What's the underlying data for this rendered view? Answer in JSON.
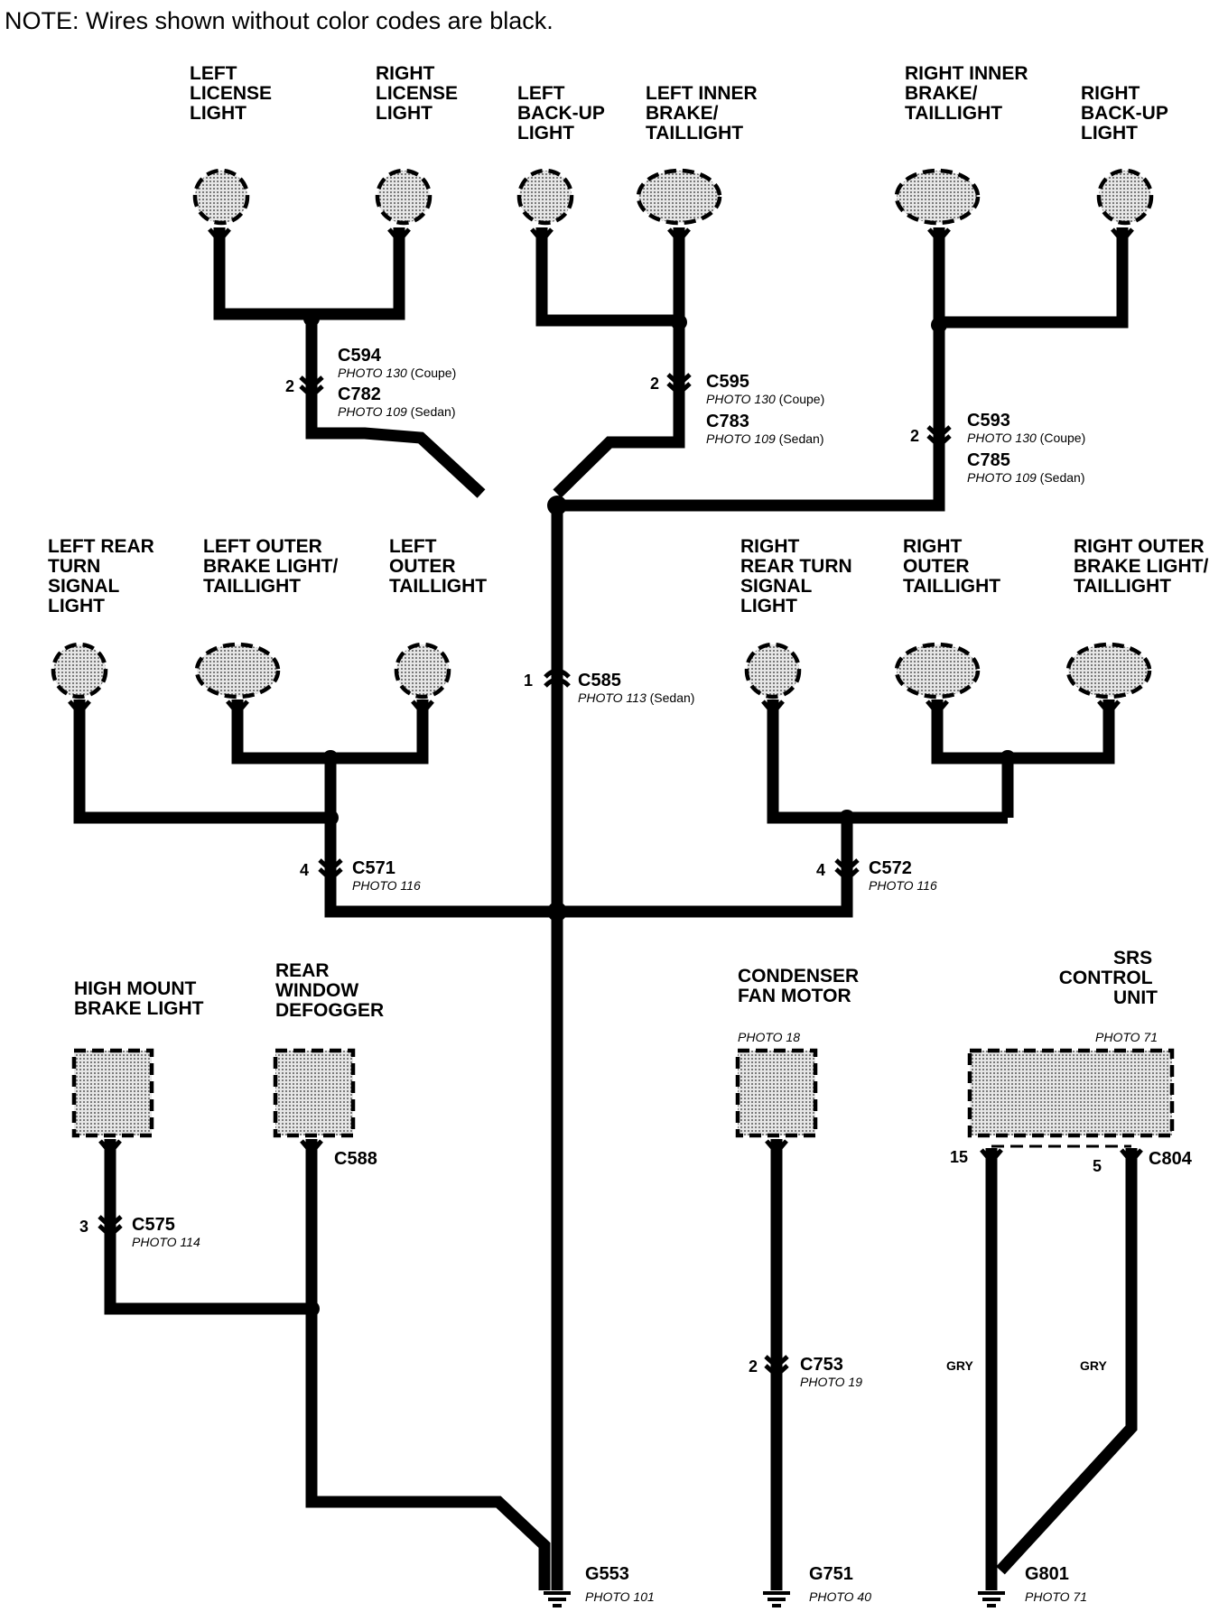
{
  "note": "NOTE: Wires shown without color codes are black.",
  "components": {
    "left_license_light": [
      "LEFT",
      "LICENSE",
      "LIGHT"
    ],
    "right_license_light": [
      "RIGHT",
      "LICENSE",
      "LIGHT"
    ],
    "left_backup_light": [
      "LEFT",
      "BACK-UP",
      "LIGHT"
    ],
    "left_inner_brake": [
      "LEFT INNER",
      "BRAKE/",
      "TAILLIGHT"
    ],
    "right_inner_brake": [
      "RIGHT INNER",
      "BRAKE/",
      "TAILLIGHT"
    ],
    "right_backup_light": [
      "RIGHT",
      "BACK-UP",
      "LIGHT"
    ],
    "left_rear_turn": [
      "LEFT REAR",
      "TURN",
      "SIGNAL",
      "LIGHT"
    ],
    "left_outer_brake": [
      "LEFT OUTER",
      "BRAKE LIGHT/",
      "TAILLIGHT"
    ],
    "left_outer_taillight": [
      "LEFT",
      "OUTER",
      "TAILLIGHT"
    ],
    "right_rear_turn": [
      "RIGHT",
      "REAR TURN",
      "SIGNAL",
      "LIGHT"
    ],
    "right_outer_taillight": [
      "RIGHT",
      "OUTER",
      "TAILLIGHT"
    ],
    "right_outer_brake": [
      "RIGHT OUTER",
      "BRAKE LIGHT/",
      "TAILLIGHT"
    ],
    "high_mount_brake": [
      "HIGH MOUNT",
      "BRAKE LIGHT"
    ],
    "rear_window_defogger": [
      "REAR",
      "WINDOW",
      "DEFOGGER"
    ],
    "condenser_fan_motor": [
      "CONDENSER",
      "FAN MOTOR"
    ],
    "condenser_photo": "PHOTO 18",
    "srs_control_unit": [
      "SRS",
      "CONTROL",
      "UNIT"
    ],
    "srs_photo": "PHOTO 71"
  },
  "connectors": {
    "c594": {
      "id": "C594",
      "photo": "PHOTO 130",
      "variant": "(Coupe)",
      "pin": "2"
    },
    "c782": {
      "id": "C782",
      "photo": "PHOTO 109",
      "variant": "(Sedan)"
    },
    "c595": {
      "id": "C595",
      "photo": "PHOTO 130",
      "variant": "(Coupe)",
      "pin": "2"
    },
    "c783": {
      "id": "C783",
      "photo": "PHOTO 109",
      "variant": "(Sedan)"
    },
    "c593": {
      "id": "C593",
      "photo": "PHOTO 130",
      "variant": "(Coupe)",
      "pin": "2"
    },
    "c785": {
      "id": "C785",
      "photo": "PHOTO 109",
      "variant": "(Sedan)"
    },
    "c585": {
      "id": "C585",
      "photo": "PHOTO 113",
      "variant": "(Sedan)",
      "pin": "1"
    },
    "c571": {
      "id": "C571",
      "photo": "PHOTO 116",
      "pin": "4"
    },
    "c572": {
      "id": "C572",
      "photo": "PHOTO 116",
      "pin": "4"
    },
    "c575": {
      "id": "C575",
      "photo": "PHOTO 114",
      "pin": "3"
    },
    "c588": {
      "id": "C588"
    },
    "c753": {
      "id": "C753",
      "photo": "PHOTO 19",
      "pin": "2"
    },
    "c804": {
      "id": "C804",
      "pin_left": "15",
      "pin_right": "5"
    }
  },
  "wire_colors": {
    "srs_left": "GRY",
    "srs_right": "GRY"
  },
  "grounds": {
    "g553": {
      "id": "G553",
      "photo": "PHOTO 101"
    },
    "g751": {
      "id": "G751",
      "photo": "PHOTO 40"
    },
    "g801": {
      "id": "G801",
      "photo": "PHOTO 71"
    }
  }
}
